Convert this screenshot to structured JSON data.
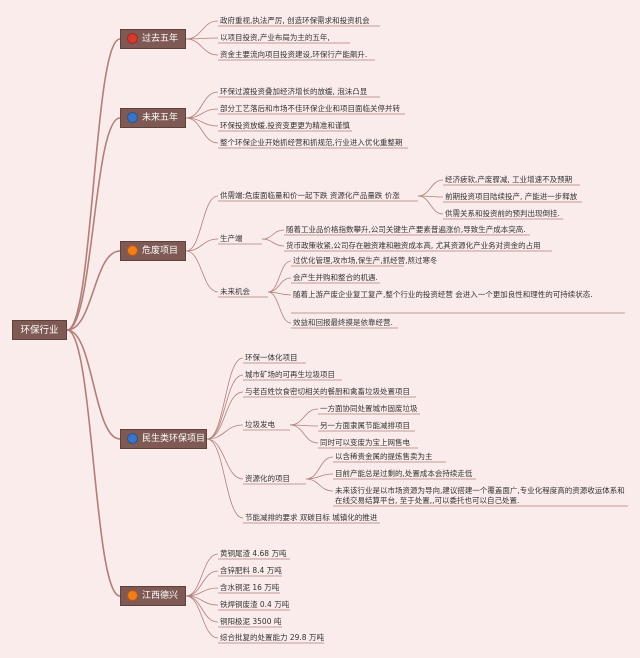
{
  "root": "环保行业",
  "colors": {
    "link": "#b07f7a",
    "box_fill": "#7f5a55",
    "background": "#fbecec",
    "icon_red": "#d63a2e",
    "icon_blue": "#3b74c4",
    "icon_orange": "#ef7e1c"
  },
  "branches": [
    {
      "label": "过去五年",
      "icon": "star-icon",
      "items": [
        "政府重视,执法严厉, 创造环保需求和投资机会",
        "以项目投资,产业布局为主的五年,",
        "资金主要流向项目投资建设,环保行产能飙升."
      ]
    },
    {
      "label": "未来五年",
      "icon": "globe-icon",
      "items": [
        "环保过渡投资叠加经济增长的放缓, 泡沫凸显",
        "部分工艺落后和市场不佳环保企业和项目面临关停并转",
        "环保投资放缓,投资变更更为精准和谨慎",
        "整个环保企业开始抓经营和抓规范,行业进入优化重整期"
      ]
    },
    {
      "label": "危废项目",
      "icon": "warning-icon",
      "groups": [
        {
          "label": "供需端:危废面临量和价一起下跌 资源化产品量跌 价涨",
          "items": [
            "经济疲软,产废骤减, 工业增速不及预期",
            "前期投资项目陆续投产, 产能进一步释放",
            "供需关系和投资前的预判出现倒挂."
          ]
        },
        {
          "label": "生产端",
          "items": [
            "随着工业品价格指数攀升,公司关键生产要素普遍涨价,导致生产成本突高.",
            "货币政策收紧,公司存在融资难和融资成本高, 尤其资源化产业务对资金的占用"
          ]
        },
        {
          "label": "未来机会",
          "items": [
            "过优化管理,攻市场,保生产,抓经营,熬过寒冬",
            "会产生并购和整合的机遇.",
            "随着上游产废企业复工复产,整个行业的投资经营 会进入一个更加良性和理性的可持续状态.",
            "效益和回报最终摸是依靠经营."
          ]
        }
      ]
    },
    {
      "label": "民生类环保项目",
      "icon": "globe-icon",
      "items_before": [
        "环保一体化项目",
        "城市矿场的可再生垃圾项目",
        "与老百姓饮食密切相关的餐厨和禽畜垃圾处置项目"
      ],
      "groups": [
        {
          "label": "垃圾发电",
          "items": [
            "一方面协同处置城市固废垃圾",
            "另一方面隶属节能减排项目",
            "同时可以变废为宝上网售电"
          ]
        },
        {
          "label": "资源化的项目",
          "items": [
            "以含稀贵金属的提炼售卖为主",
            "目前产能总是过剩的,处置成本会持续走低",
            "未来该行业是以市场资源为导向,建议搭建一个覆盖面广,专业化程度高的资源收运体系和在线交易结算平台, 至于处置,,可以委托也可以自己处置."
          ]
        }
      ],
      "items_after": [
        "节能减排的要求 双碳目标 城镇化的推进"
      ]
    },
    {
      "label": "江西德兴",
      "icon": "warning-icon",
      "items": [
        "黄铜尾渣 4.68 万吨",
        "含锌肥料 8.4 万吨",
        "含水铜泥 16 万吨",
        "铁焊铜废渣 0.4 万吨",
        "铜阳极泥 3500 吨",
        "综合批复的处置能力 29.8 万吨"
      ]
    }
  ]
}
